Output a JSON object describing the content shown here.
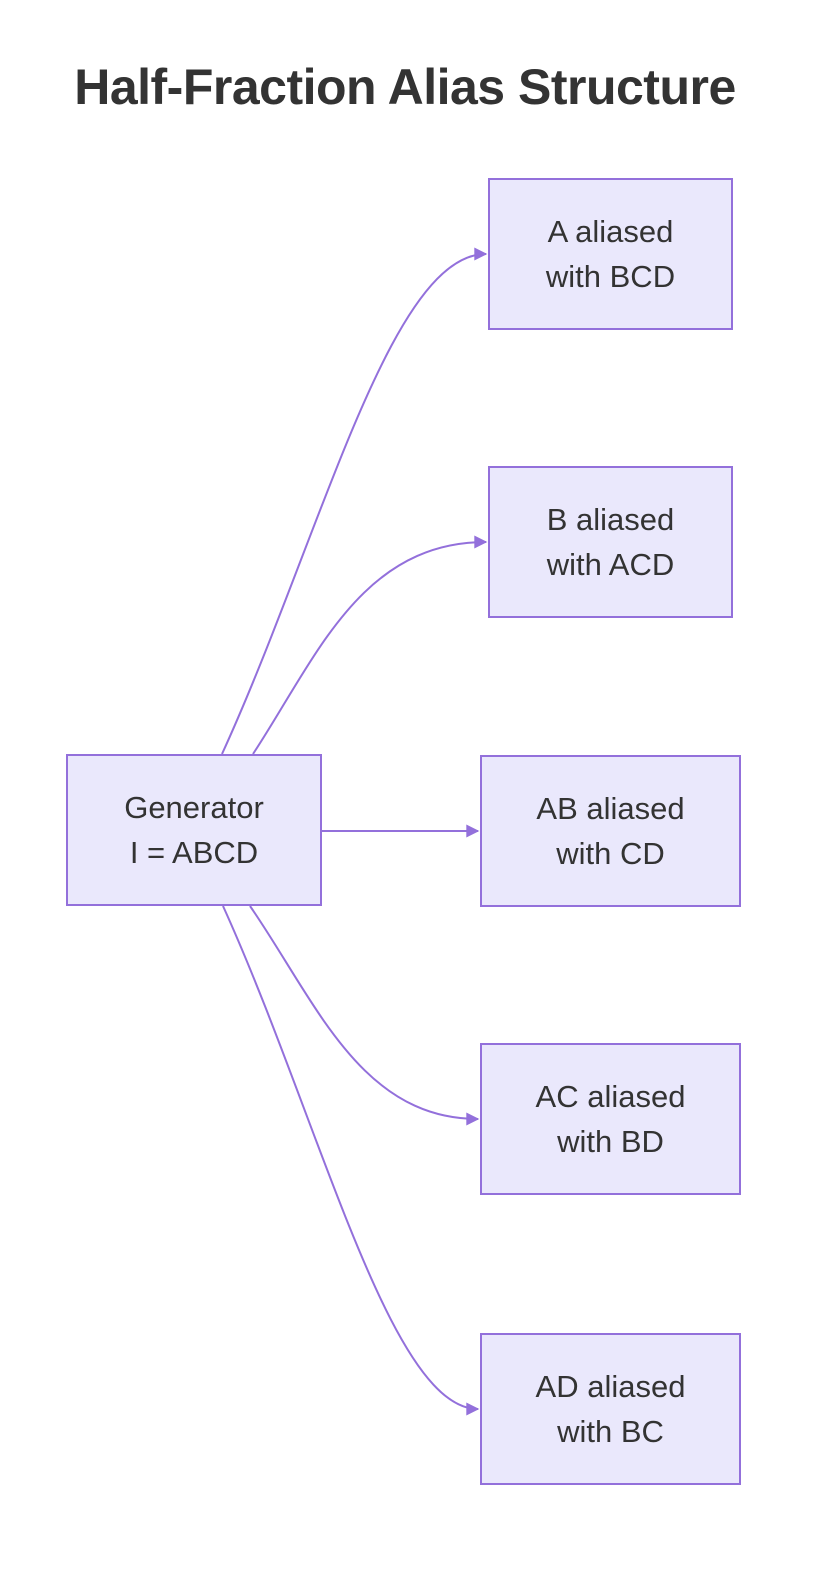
{
  "title": "Half-Fraction Alias Structure",
  "root_node": {
    "id": "Generator",
    "line1": "Generator",
    "line2": "I = ABCD"
  },
  "alias_nodes": [
    {
      "id": "A",
      "line1": "A aliased",
      "line2": "with BCD"
    },
    {
      "id": "B",
      "line1": "B aliased",
      "line2": "with ACD"
    },
    {
      "id": "AB",
      "line1": "AB aliased",
      "line2": "with CD"
    },
    {
      "id": "AC",
      "line1": "AC aliased",
      "line2": "with BD"
    },
    {
      "id": "AD",
      "line1": "AD aliased",
      "line2": "with BC"
    }
  ],
  "edges": [
    {
      "from": "Generator",
      "to": "A"
    },
    {
      "from": "Generator",
      "to": "B"
    },
    {
      "from": "Generator",
      "to": "AB"
    },
    {
      "from": "Generator",
      "to": "AC"
    },
    {
      "from": "Generator",
      "to": "AD"
    }
  ],
  "colors": {
    "background": "#FFFFFF",
    "node_fill": "#EAE8FC",
    "node_border": "#9370DB",
    "edge": "#9370DB",
    "text": "#333333",
    "title": "#333333"
  }
}
